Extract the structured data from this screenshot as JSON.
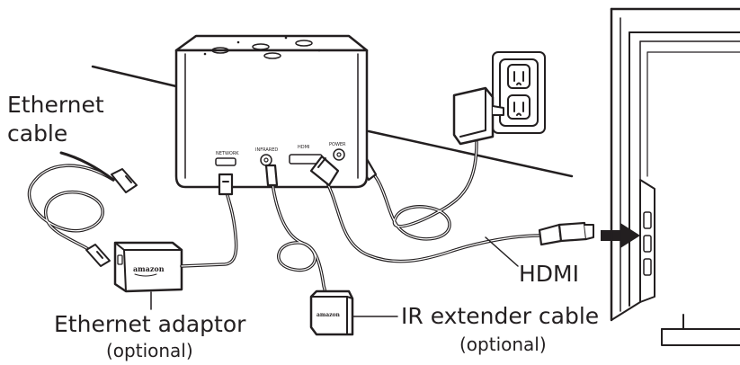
{
  "labels": {
    "ethernet_cable": [
      "Ethernet",
      "cable"
    ],
    "ethernet_adaptor": "Ethernet adaptor",
    "ethernet_adaptor_note": "(optional)",
    "hdmi": "HDMI",
    "ir_extender": "IR extender cable",
    "ir_extender_note": "(optional)"
  },
  "device_ports": {
    "network": "NETWORK",
    "infrared": "INFRARED",
    "hdmi": "HDMI",
    "power": "POWER"
  },
  "brand_marks": {
    "adaptor": "amazon",
    "ir_extender": "amazon"
  },
  "colors": {
    "line": "#231f20",
    "fill": "#ffffff"
  }
}
